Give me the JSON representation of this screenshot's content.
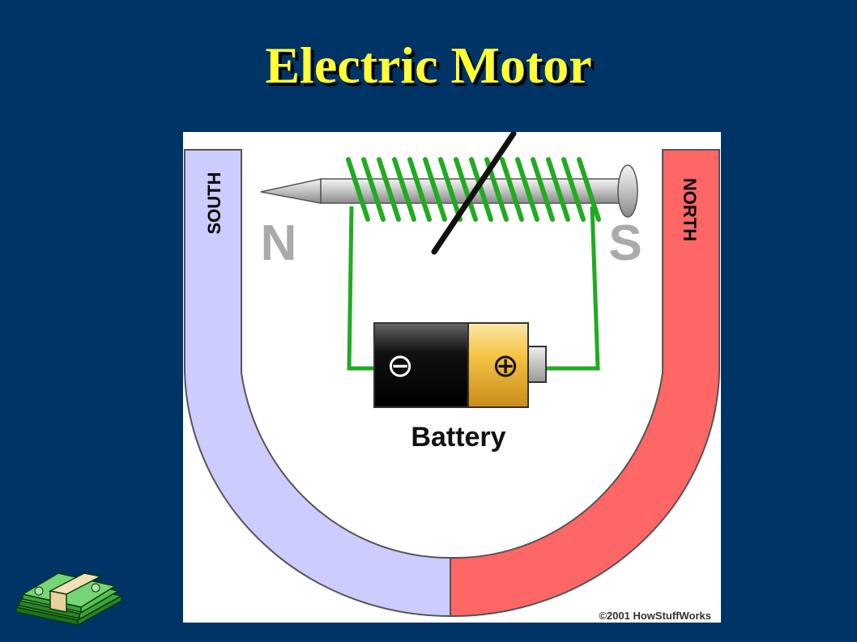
{
  "slide": {
    "title": "Electric Motor"
  },
  "diagram": {
    "magnet": {
      "left_label": "SOUTH",
      "right_label": "NORTH",
      "left_color": "#ccccff",
      "right_color": "#ff6666"
    },
    "electromagnet_poles": {
      "left": "N",
      "right": "S"
    },
    "battery": {
      "label": "Battery",
      "negative_symbol": "⊖",
      "positive_symbol": "⊕"
    },
    "copyright": "©2001 HowStuffWorks",
    "colors": {
      "coil": "#22aa22",
      "wire": "#22aa22",
      "pole_letter": "#aaaaaa",
      "battery_negative": "#111111",
      "battery_positive": "#f5c242"
    }
  },
  "decor": {
    "money_icon": "money-stack-icon"
  }
}
